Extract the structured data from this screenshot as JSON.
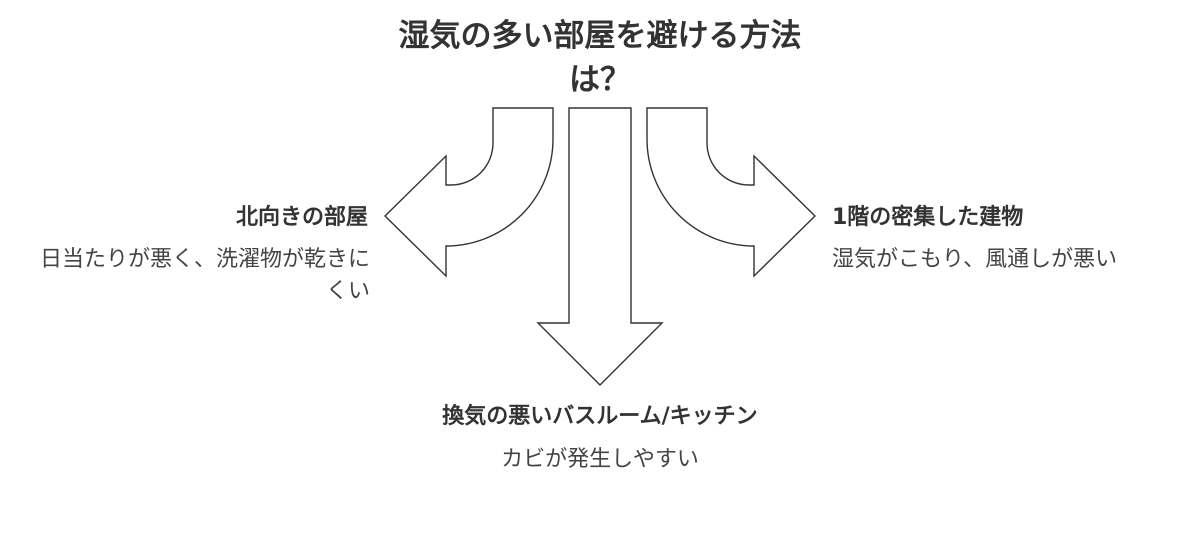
{
  "title": {
    "line1": "湿気の多い部屋を避ける方法",
    "line2": "は？"
  },
  "branches": {
    "left": {
      "heading": "北向きの部屋",
      "description": "日当たりが悪く、洗濯物が乾きにくい"
    },
    "right": {
      "heading": "1階の密集した建物",
      "description": "湿気がこもり、風通しが悪い"
    },
    "bottom": {
      "heading": "換気の悪いバスルーム/キッチン",
      "description": "カビが発生しやすい"
    }
  },
  "colors": {
    "stroke": "#333333",
    "text": "#333333",
    "background": "#ffffff"
  }
}
